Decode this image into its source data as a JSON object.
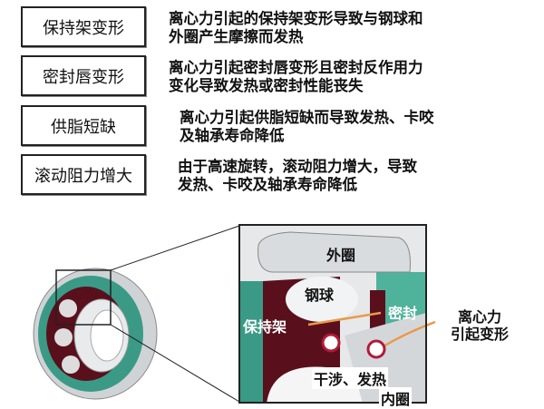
{
  "causes": [
    {
      "title": "保持架变形",
      "description_lines": [
        "离心力引起的保持架变形导致与钢球和",
        "外圈产生摩擦而发热"
      ]
    },
    {
      "title": "密封唇变形",
      "description_lines": [
        "离心力引起密封唇变形且密封反作用力",
        "变化导致发热或密封性能丧失"
      ]
    },
    {
      "title": "供脂短缺",
      "description_lines": [
        "离心力引起供脂短缺而导致发热、卡咬",
        "及轴承寿命降低"
      ]
    },
    {
      "title": "滚动阻力增大",
      "description_lines": [
        "由于高速旋转，滚动阻力增大，导致",
        "发热、卡咬及轴承寿命降低"
      ]
    }
  ],
  "diagram": {
    "outer_ring": "外圈",
    "ball": "钢球",
    "cage": "保持架",
    "seal": "密封",
    "centrifugal_lines": [
      "离心力",
      "引起变形"
    ],
    "interference": "干涉、发热",
    "inner_ring": "内圈"
  }
}
